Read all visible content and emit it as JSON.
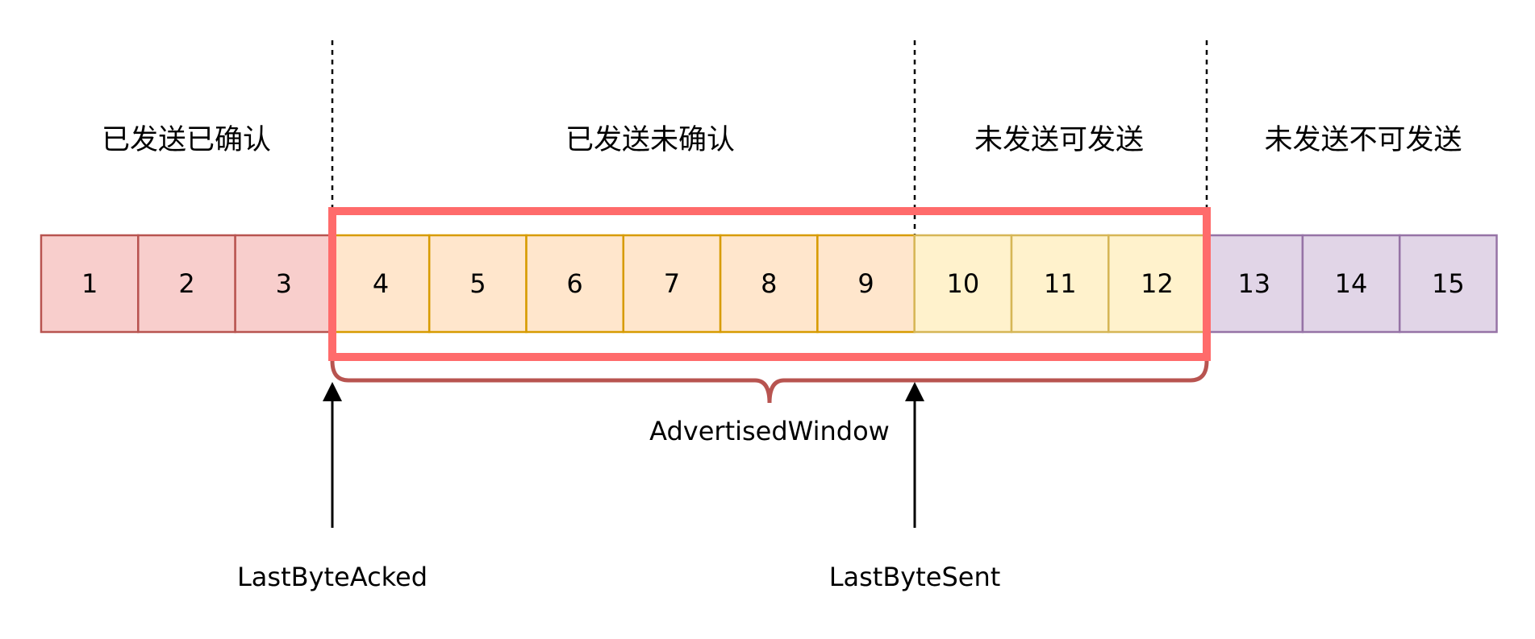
{
  "regions": [
    {
      "label": "已发送已确认",
      "cells": [
        "1",
        "2",
        "3"
      ],
      "fill": "#f8cecc",
      "stroke": "#b85450"
    },
    {
      "label": "已发送未确认",
      "cells": [
        "4",
        "5",
        "6",
        "7",
        "8",
        "9"
      ],
      "fill": "#ffe6cc",
      "stroke": "#d79b00"
    },
    {
      "label": "未发送可发送",
      "cells": [
        "10",
        "11",
        "12"
      ],
      "fill": "#fff2cc",
      "stroke": "#d6b656"
    },
    {
      "label": "未发送不可发送",
      "cells": [
        "13",
        "14",
        "15"
      ],
      "fill": "#e1d5e7",
      "stroke": "#9673a6"
    }
  ],
  "window": {
    "label": "AdvertisedWindow",
    "frame_color": "#ff6b6b",
    "brace_color": "#b85450"
  },
  "pointers": {
    "last_byte_acked": "LastByteAcked",
    "last_byte_sent": "LastByteSent"
  }
}
